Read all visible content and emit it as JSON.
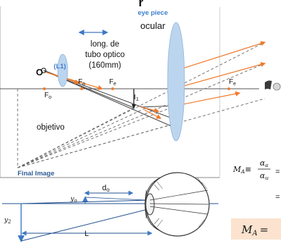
{
  "header": {
    "title_fragment": "r",
    "eye_piece": "eye piece",
    "ocular": "ocular"
  },
  "labels": {
    "tube_length": [
      "long. de",
      "tubo optico",
      "(160mm)"
    ],
    "objective_point": "O",
    "objective_lens": "(L1)",
    "fo": "F",
    "fo_sub": "o",
    "fe": "F",
    "fe_sub": "e",
    "image1": "I",
    "image1_sub": "1",
    "objective_name": "objetivo",
    "final_image": "Final Image"
  },
  "eye_diagram": {
    "yo": "y",
    "yo_sub": "o",
    "do": "d",
    "do_sub": "o",
    "y2": "y",
    "y2_sub": "2",
    "L": "L"
  },
  "formula": {
    "MA": "M",
    "MA_sub": "A",
    "equiv": "≡",
    "alpha": "α",
    "a_sub": "a",
    "u_sub": "u",
    "eq": "="
  },
  "colors": {
    "lens_fill": "#bcd5ef",
    "lens_stroke": "#8fb2d8",
    "ray_orange": "#f07a2a",
    "eye_piece_label": "#3d7fd0",
    "final_image_label": "#2e5c96",
    "eye_arrow": "#3d78c4",
    "formula_box": "#fbe3cf"
  }
}
